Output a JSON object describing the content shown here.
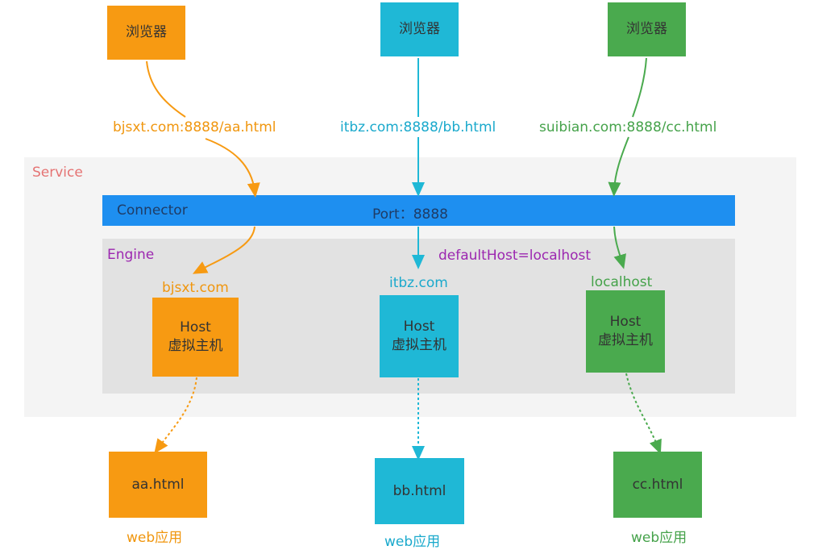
{
  "browsers": [
    {
      "label": "浏览器"
    },
    {
      "label": "浏览器"
    },
    {
      "label": "浏览器"
    }
  ],
  "urls": [
    "bjsxt.com:8888/aa.html",
    "itbz.com:8888/bb.html",
    "suibian.com:8888/cc.html"
  ],
  "service": {
    "label": "Service"
  },
  "connector": {
    "label": "Connector",
    "port": "Port：8888"
  },
  "engine": {
    "label": "Engine",
    "default_host": "defaultHost=localhost"
  },
  "hosts": [
    {
      "name": "bjsxt.com",
      "line1": "Host",
      "line2": "虚拟主机"
    },
    {
      "name": "itbz.com",
      "line1": "Host",
      "line2": "虚拟主机"
    },
    {
      "name": "localhost",
      "line1": "Host",
      "line2": "虚拟主机"
    }
  ],
  "pages": [
    {
      "file": "aa.html",
      "caption": "web应用"
    },
    {
      "file": "bb.html",
      "caption": "web应用"
    },
    {
      "file": "cc.html",
      "caption": "web应用"
    }
  ],
  "colors": {
    "orange": "#f79a12",
    "cyan": "#1fb8d6",
    "green": "#4aaa4e",
    "connector": "#1e8ff0",
    "engine_text": "#9c27b0",
    "service_text": "#e57373"
  }
}
